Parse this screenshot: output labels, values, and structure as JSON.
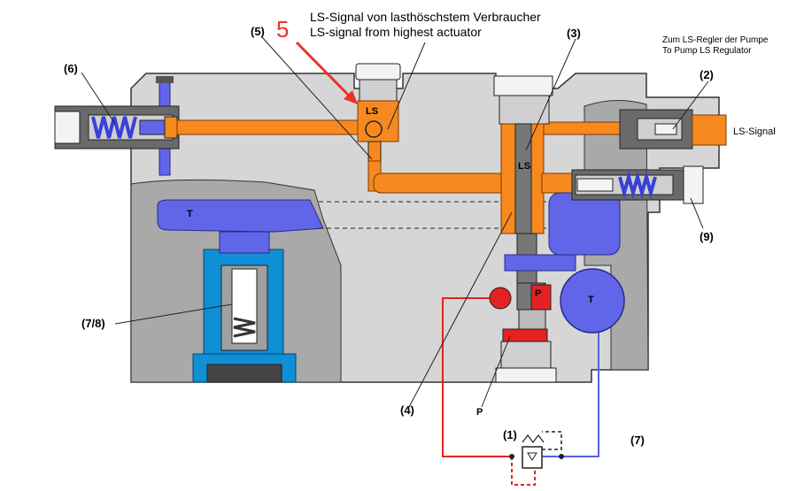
{
  "labels": {
    "n5": "(5)",
    "n6": "(6)",
    "n3": "(3)",
    "n2": "(2)",
    "n9": "(9)",
    "n78": "(7/8)",
    "n4": "(4)",
    "n1": "(1)",
    "n7": "(7)",
    "red_mark": "5",
    "ls_title_de": "LS-Signal von lasthöschstem Verbraucher",
    "ls_title_en": "LS-signal from highest actuator",
    "pump_de": "Zum LS-Regler der Pumpe",
    "pump_en": "To Pump LS Regulator",
    "ls_signal": "LS-Signal",
    "ls_port": "LS",
    "ls_spool": "LS",
    "t_left": "T",
    "t_right": "T",
    "p_port": "P",
    "p_label": "P"
  },
  "colors": {
    "block": "#d3d3d3",
    "body_dark": "#a8a8a8",
    "orange": "#f7891f",
    "blue": "#6166e8",
    "cyan": "#0f8fd6",
    "red": "#e52222",
    "dark": "#4a4a4a",
    "mark_red": "#e8332a"
  }
}
